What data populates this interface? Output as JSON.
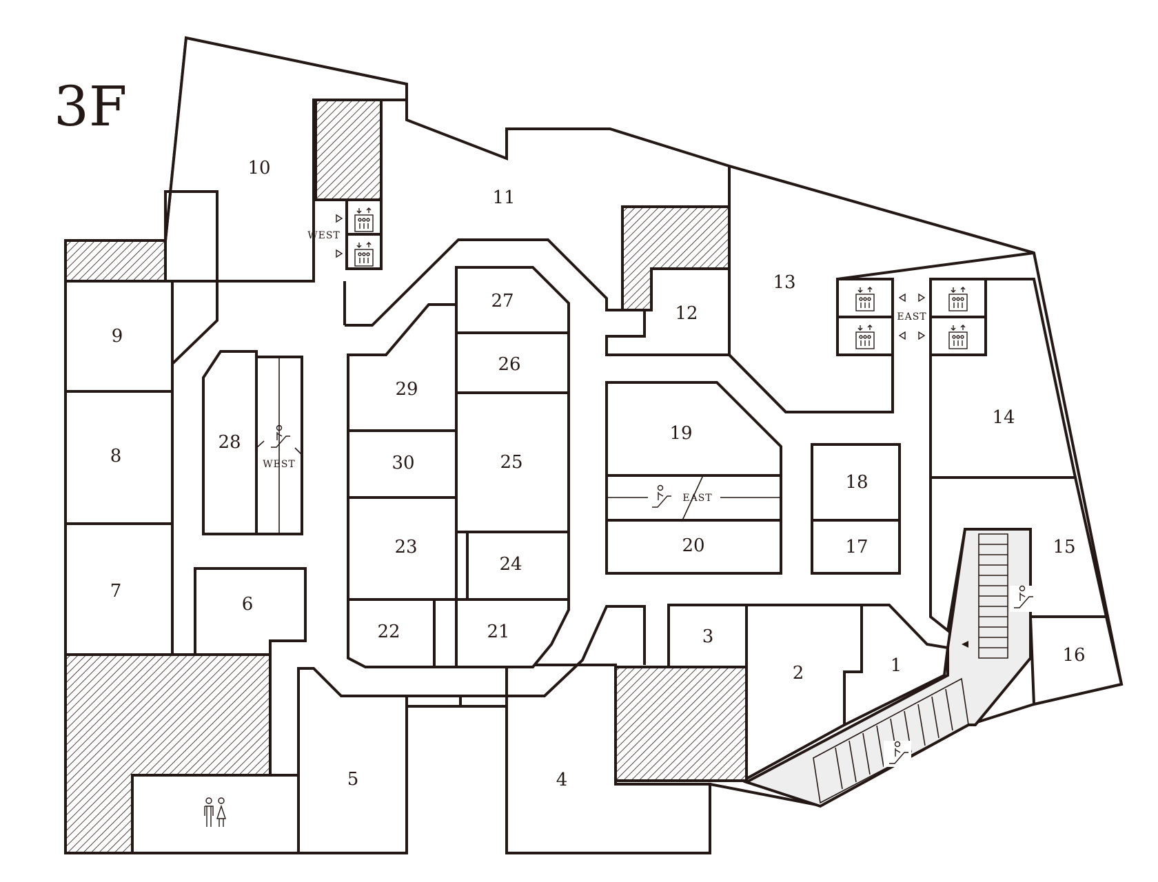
{
  "floor_label": "3F",
  "units": [
    {
      "id": "1",
      "label": "1"
    },
    {
      "id": "2",
      "label": "2"
    },
    {
      "id": "3",
      "label": "3"
    },
    {
      "id": "4",
      "label": "4"
    },
    {
      "id": "5",
      "label": "5"
    },
    {
      "id": "6",
      "label": "6"
    },
    {
      "id": "7",
      "label": "7"
    },
    {
      "id": "8",
      "label": "8"
    },
    {
      "id": "9",
      "label": "9"
    },
    {
      "id": "10",
      "label": "10"
    },
    {
      "id": "11",
      "label": "11"
    },
    {
      "id": "12",
      "label": "12"
    },
    {
      "id": "13",
      "label": "13"
    },
    {
      "id": "14",
      "label": "14"
    },
    {
      "id": "15",
      "label": "15"
    },
    {
      "id": "16",
      "label": "16"
    },
    {
      "id": "17",
      "label": "17"
    },
    {
      "id": "18",
      "label": "18"
    },
    {
      "id": "19",
      "label": "19"
    },
    {
      "id": "20",
      "label": "20"
    },
    {
      "id": "21",
      "label": "21"
    },
    {
      "id": "22",
      "label": "22"
    },
    {
      "id": "23",
      "label": "23"
    },
    {
      "id": "24",
      "label": "24"
    },
    {
      "id": "25",
      "label": "25"
    },
    {
      "id": "26",
      "label": "26"
    },
    {
      "id": "27",
      "label": "27"
    },
    {
      "id": "28",
      "label": "28"
    },
    {
      "id": "29",
      "label": "29"
    },
    {
      "id": "30",
      "label": "30"
    }
  ],
  "labels": {
    "elevator_west": "WEST",
    "elevator_east": "EAST",
    "escalator_west": "WEST",
    "escalator_east": "EAST"
  },
  "icons": {
    "restroom": "restroom-icon",
    "elevator": "elevator-icon",
    "escalator": "escalator-icon"
  },
  "colors": {
    "line": "#231815",
    "background": "#ffffff",
    "stair_area": "#eeeeee"
  }
}
